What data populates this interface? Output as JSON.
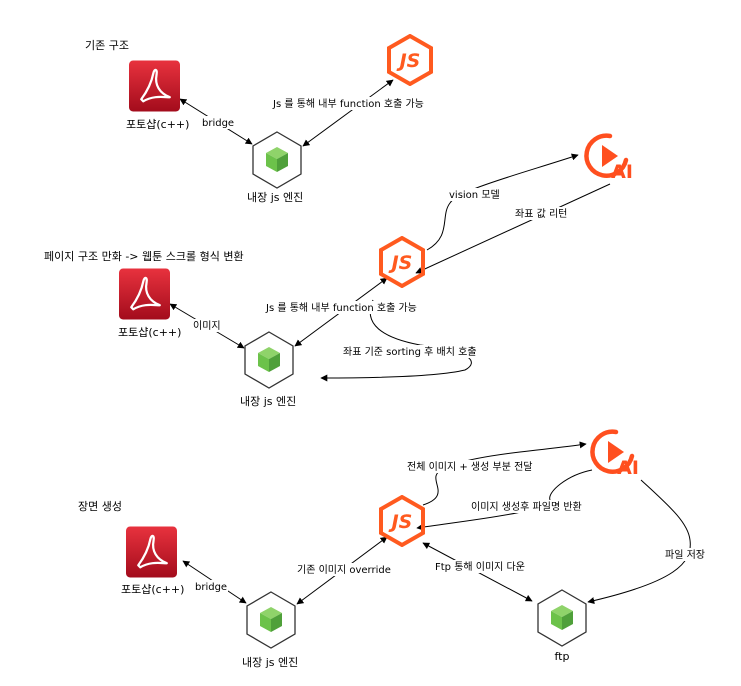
{
  "sections": [
    {
      "title": "기존 구조"
    },
    {
      "title": "페이지 구조 만화 -> 웹툰 스크롤 형식 변환"
    },
    {
      "title": "장면 생성"
    }
  ],
  "nodes": {
    "photoshop_label": "포토샵(c++)",
    "engine_label": "내장 js 엔진",
    "ftp_label": "ftp",
    "js_logo_text": "JS",
    "ai_logo_text": "AI"
  },
  "edges": {
    "s1_bridge": "bridge",
    "s1_js": "Js 를 통해 내부 function 호출 가능",
    "s2_image": "이미지",
    "s2_js": "Js 를 통해 내부 function 호출 가능",
    "s2_vision": "vision 모델",
    "s2_coord": "좌표 값 리턴",
    "s2_sorting": "좌표 기준 sorting 후 배치 호출",
    "s3_bridge": "bridge",
    "s3_override": "기존 이미지 override",
    "s3_full": "전체 이미지 + 생성 부분 전달",
    "s3_filename": "이미지 생성후 파일명 반환",
    "s3_ftp": "Ftp 통해 이미지 다운",
    "s3_save": "파일 저장"
  },
  "colors": {
    "photoshop_red": "#c8102e",
    "node_green": "#6cc24a",
    "js_orange": "#ff5a1f",
    "ai_orange": "#ff4f1f"
  }
}
